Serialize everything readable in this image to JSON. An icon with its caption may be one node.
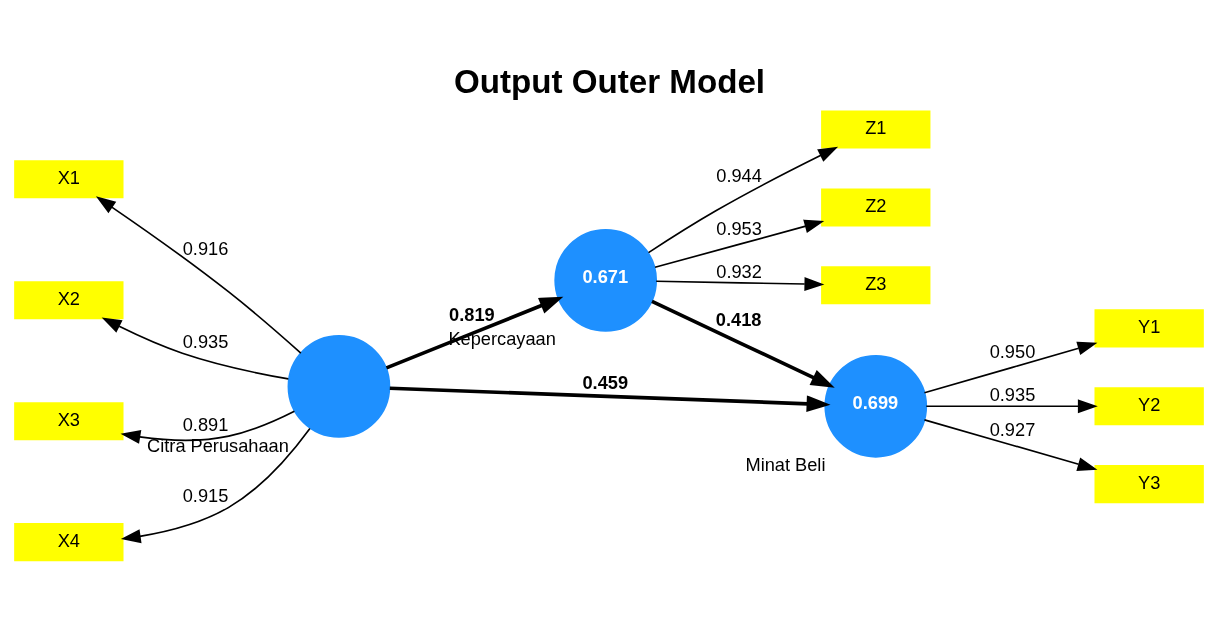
{
  "diagram": {
    "title": "Output Outer Model",
    "nodes": [
      {
        "text": [
          "Z1"
        ]
      },
      {
        "text": [
          "Z2"
        ]
      },
      {
        "text": [
          "Z3"
        ]
      },
      {
        "text": [
          "0.671"
        ],
        "beside": [
          "Kepercayaan"
        ]
      },
      {
        "text": [
          "X1"
        ]
      },
      {
        "text": [
          "X2"
        ]
      },
      {
        "text": [
          "X3"
        ]
      },
      {
        "text": [
          "X4"
        ]
      },
      {
        "text": [],
        "shape": "circle",
        "beside": [
          "Citra Perusahaan"
        ]
      },
      {
        "text": [
          "0.699"
        ],
        "beside": [
          "Minat Beli"
        ]
      },
      {
        "text": [
          "Y1"
        ]
      },
      {
        "text": [
          "Y2"
        ]
      },
      {
        "text": [
          "Y3"
        ]
      }
    ],
    "edges": [
      {
        "from": 3,
        "to": 0,
        "arrow": "to",
        "label": "0.944"
      },
      {
        "from": 3,
        "to": 1,
        "arrow": "to",
        "label": "0.953"
      },
      {
        "from": 3,
        "to": 2,
        "arrow": "to",
        "label": "0.932"
      },
      {
        "from": 8,
        "to": 4,
        "arrow": "to",
        "label": "0.916"
      },
      {
        "from": 8,
        "to": 5,
        "arrow": "to",
        "label": "0.935"
      },
      {
        "from": 8,
        "to": 6,
        "arrow": "to",
        "label": "0.891"
      },
      {
        "from": 8,
        "to": 7,
        "arrow": "to",
        "label": "0.915"
      },
      {
        "from": 8,
        "to": 3,
        "arrow": "to",
        "label": "0.819",
        "style": "thick"
      },
      {
        "from": 3,
        "to": 9,
        "arrow": "to",
        "label": "0.418",
        "style": "thick"
      },
      {
        "from": 8,
        "to": 9,
        "arrow": "to",
        "label": "0.459",
        "style": "thick"
      },
      {
        "from": 9,
        "to": 10,
        "arrow": "to",
        "label": "0.950"
      },
      {
        "from": 9,
        "to": 11,
        "arrow": "to",
        "label": "0.935"
      },
      {
        "from": 9,
        "to": 12,
        "arrow": "to",
        "label": "0.927"
      }
    ]
  }
}
